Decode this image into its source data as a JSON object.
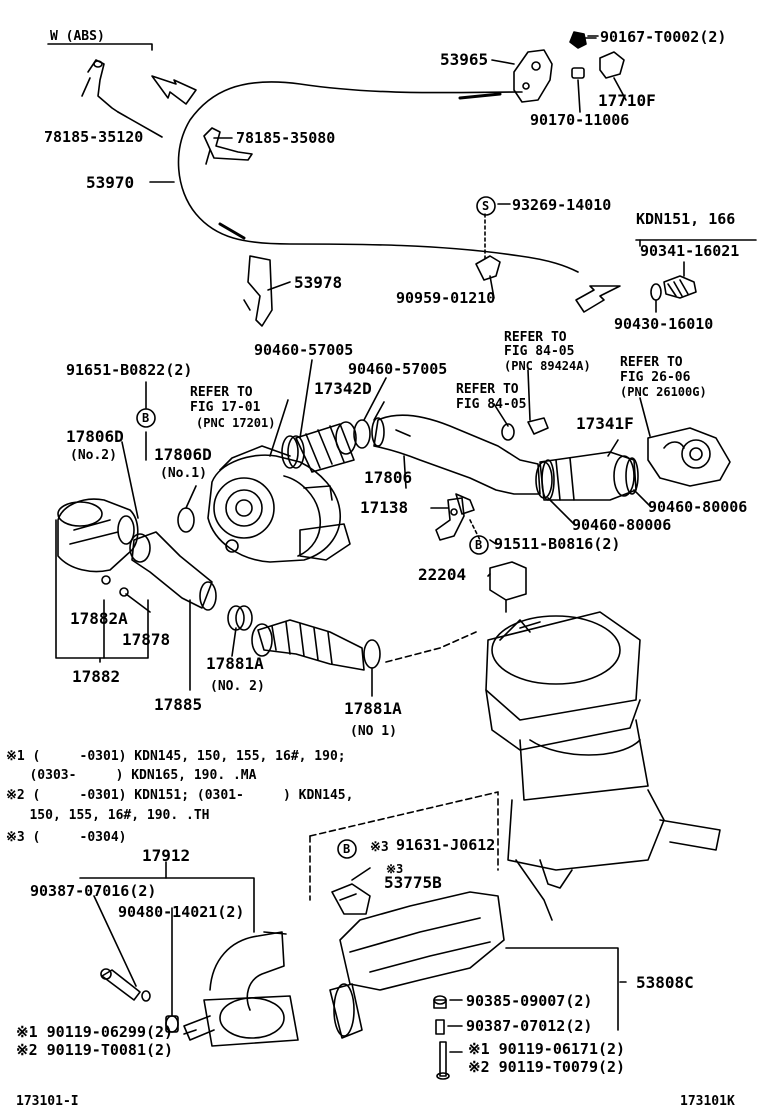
{
  "labels": {
    "w_abs": "W (ABS)",
    "p78185_35120": "78185-35120",
    "p78185_35080": "78185-35080",
    "p53970": "53970",
    "p53965": "53965",
    "p90167": "90167-T0002(2)",
    "p17710f": "17710F",
    "p90170": "90170-11006",
    "p93269": "93269-14010",
    "kdn151": "KDN151, 166",
    "p90341": "90341-16021",
    "p53978": "53978",
    "p90959": "90959-01210",
    "p90430": "90430-16010",
    "refer_84_05a_l1": "REFER TO",
    "refer_84_05a_l2": "FIG 84-05",
    "refer_84_05a_l3": "(PNC 89424A)",
    "refer_26_06_l1": "REFER TO",
    "refer_26_06_l2": "FIG 26-06",
    "refer_26_06_l3": "(PNC 26100G)",
    "p90460_57005a": "90460-57005",
    "p90460_57005b": "90460-57005",
    "p91651": "91651-B0822(2)",
    "refer_17_01_l1": "REFER TO",
    "refer_17_01_l2": "FIG 17-01",
    "refer_17_01_l3": "(PNC 17201)",
    "p17342d": "17342D",
    "refer_84_05b_l1": "REFER TO",
    "refer_84_05b_l2": "FIG 84-05",
    "p17341f": "17341F",
    "p17806d_no2": "17806D",
    "no2_a": "(No.2)",
    "p17806d_no1": "17806D",
    "no1_a": "(No.1)",
    "p17806": "17806",
    "p90460_80006a": "90460-80006",
    "p17138": "17138",
    "p90460_80006b": "90460-80006",
    "p91511": "91511-B0816(2)",
    "p22204": "22204",
    "p17882a": "17882A",
    "p17878": "17878",
    "p17881a_1": "17881A",
    "no2_b": "(NO. 2)",
    "p17882": "17882",
    "p17885": "17885",
    "p17881a_2": "17881A",
    "no1_b": "(NO 1)",
    "note1_l1": "※1 (     -0301) KDN145, 150, 155, 16#, 190;",
    "note1_l2": "   (0303-     ) KDN165, 190. .MA",
    "note2_l1": "※2 (     -0301) KDN151; (0301-     ) KDN145,",
    "note2_l2": "   150, 155, 16#, 190. .TH",
    "note3_l1": "※3 (     -0304)",
    "p17912": "17912",
    "p90387_07016": "90387-07016(2)",
    "p90480": "90480-14021(2)",
    "s3_label": "※3",
    "p91631": "91631-J0612",
    "s3_small": "※3",
    "p53775b": "53775B",
    "p53808c": "53808C",
    "p90385": "90385-09007(2)",
    "p90387_07012": "90387-07012(2)",
    "p90119_06299": "※1 90119-06299(2)",
    "p90119_t0081": "※2 90119-T0081(2)",
    "p90119_06171": "※1 90119-06171(2)",
    "p90119_t0079": "※2 90119-T0079(2)",
    "code_left": "173101-I",
    "code_right": "173101K",
    "circle_s": "S",
    "circle_b1": "B",
    "circle_b2": "B",
    "circle_b3": "B"
  }
}
